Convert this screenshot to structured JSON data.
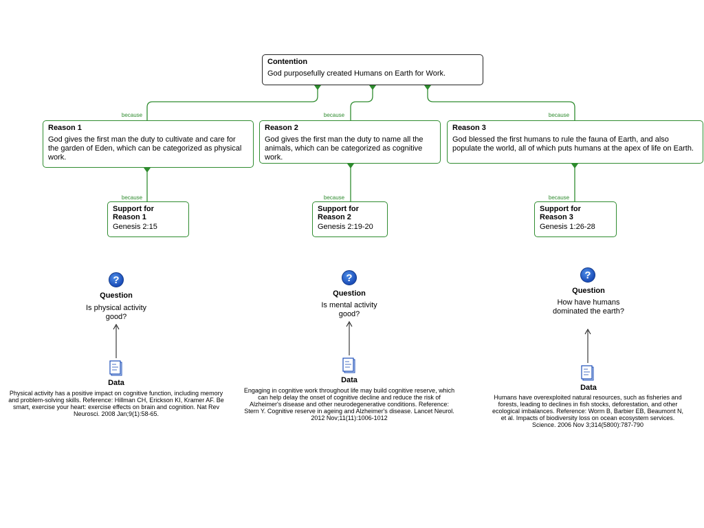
{
  "contention": {
    "title": "Contention",
    "text": "God purposefully created Humans on Earth for Work."
  },
  "connector_label": "because",
  "reasons": [
    {
      "title": "Reason 1",
      "text": "God gives the first man the duty to cultivate and care for the garden of Eden, which can be categorized as physical work.",
      "support": {
        "title": "Support for Reason 1",
        "text": "Genesis 2:15"
      },
      "question": {
        "label": "Question",
        "text": "Is physical activity good?"
      },
      "data": {
        "label": "Data",
        "text": "Physical activity has a positive impact on cognitive function, including memory and problem-solving skills. Reference: Hillman CH, Erickson KI, Kramer AF. Be smart, exercise your heart: exercise effects on brain and cognition. Nat Rev Neurosci. 2008 Jan;9(1):58-65."
      }
    },
    {
      "title": "Reason 2",
      "text": "God gives the first man the duty to name all the animals, which can be categorized as cognitive work.",
      "support": {
        "title": "Support for Reason 2",
        "text": "Genesis 2:19-20"
      },
      "question": {
        "label": "Question",
        "text": "Is mental activity good?"
      },
      "data": {
        "label": "Data",
        "text": "Engaging in cognitive work throughout life may build cognitive reserve, which can help delay the onset of cognitive decline and reduce the risk of Alzheimer's disease and other neurodegenerative conditions. Reference: Stern Y. Cognitive reserve in ageing and Alzheimer's disease. Lancet Neurol. 2012 Nov;11(11):1006-1012"
      }
    },
    {
      "title": "Reason 3",
      "text": "God blessed the first humans to rule the fauna of Earth, and also populate the world, all of which puts humans at the apex of life on Earth.",
      "support": {
        "title": "Support for Reason 3",
        "text": "Genesis 1:26-28"
      },
      "question": {
        "label": "Question",
        "text": "How have humans dominated the earth?"
      },
      "data": {
        "label": "Data",
        "text": "Humans have overexploited natural resources, such as fisheries and forests, leading to declines in fish stocks, deforestation, and other ecological imbalances. Reference: Worm B, Barbier EB, Beaumont N, et al. Impacts of biodiversity loss on ocean ecosystem services. Science. 2006 Nov 3;314(5800):787-790"
      }
    }
  ],
  "colors": {
    "link": "#2e8b2e",
    "border": "#222222",
    "question_icon": "#1b4db8"
  },
  "icons": {
    "question": "question-mark-icon",
    "data": "document-data-icon"
  }
}
